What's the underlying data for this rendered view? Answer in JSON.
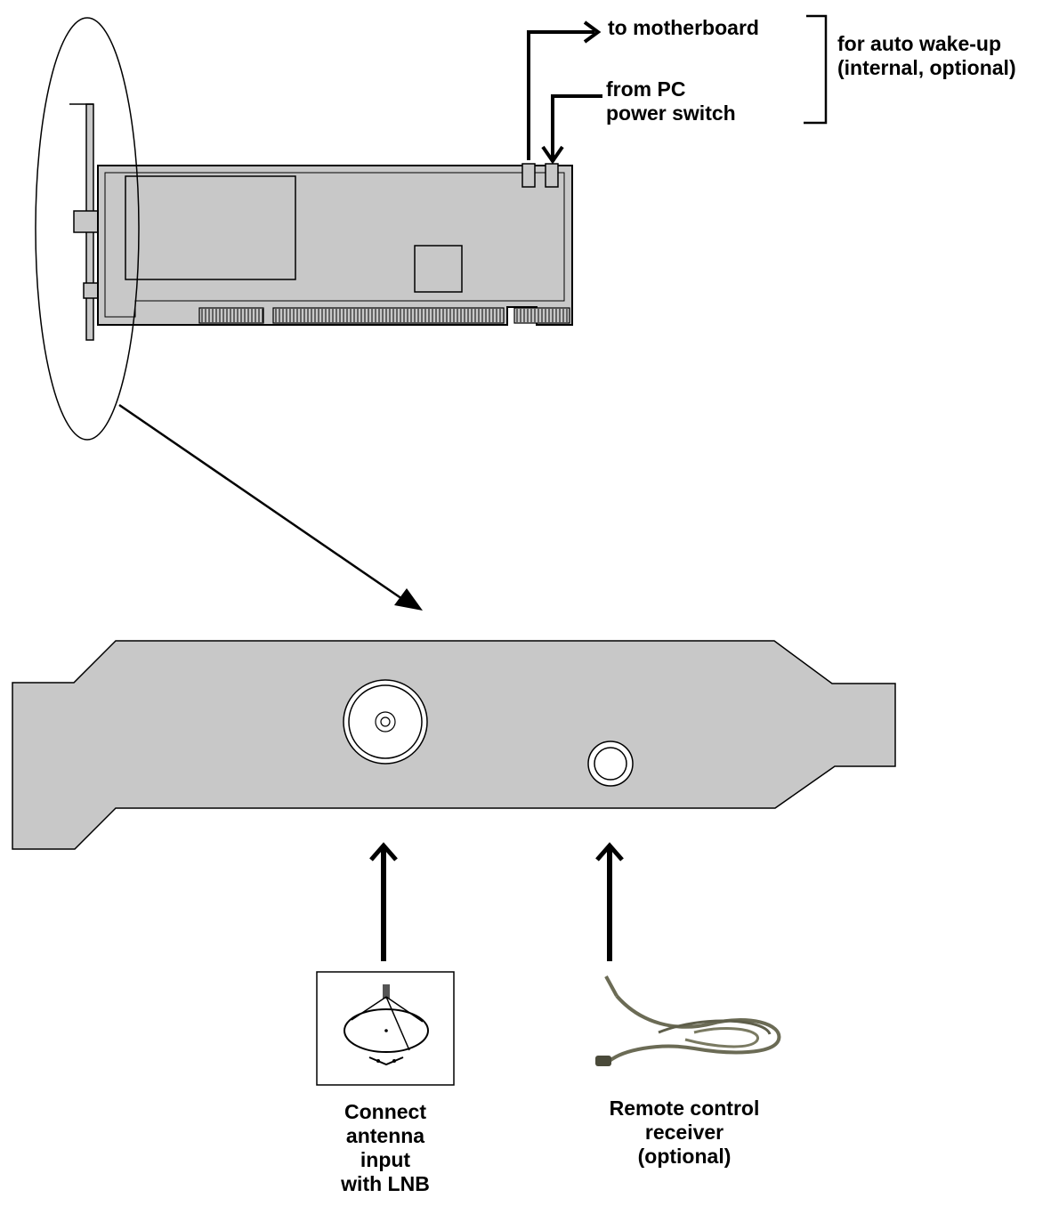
{
  "labels": {
    "to_motherboard": "to motherboard",
    "from_pc": "from PC",
    "power_switch": "power switch",
    "auto_wakeup_1": "for auto wake-up",
    "auto_wakeup_2": "(internal, optional)",
    "antenna": [
      "Connect",
      "antenna",
      "input",
      "with LNB"
    ],
    "remote": [
      "Remote control",
      "receiver",
      "(optional)"
    ]
  },
  "colors": {
    "ink": "#000000",
    "card_fill": "#c8c8c8",
    "bracket_fill": "#c8c8c8",
    "background": "#ffffff",
    "cable": "#6b6b55"
  },
  "icons": {
    "antenna_image": "satellite-dish-icon",
    "remote_image": "ir-receiver-cable-icon"
  }
}
